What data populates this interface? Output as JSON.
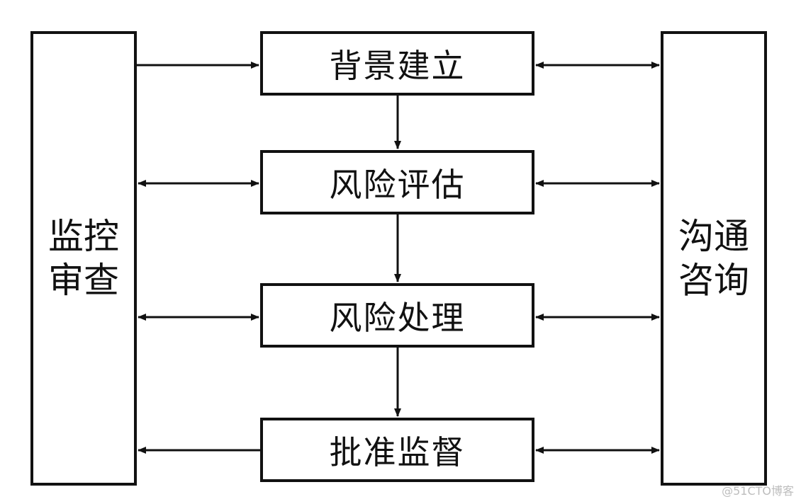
{
  "diagram": {
    "left_panel": {
      "label": "监控审查"
    },
    "right_panel": {
      "label": "沟通咨询"
    },
    "steps": [
      {
        "label": "背景建立"
      },
      {
        "label": "风险评估"
      },
      {
        "label": "风险处理"
      },
      {
        "label": "批准监督"
      }
    ],
    "line_color": "#111111"
  },
  "watermark": "@51CTO博客"
}
